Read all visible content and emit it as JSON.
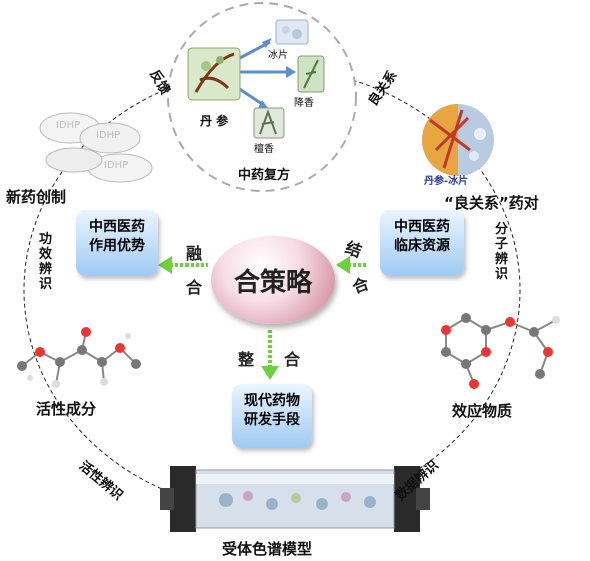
{
  "diagram": {
    "center": "合策略",
    "top_cluster": {
      "caption": "中药复方",
      "source": "丹 参",
      "targets": [
        "冰片",
        "降香",
        "檀香"
      ]
    },
    "nodes": {
      "new_drug": "新药创制",
      "good_relation": "“良关系”药对",
      "good_relation_tag": "丹参-冰片",
      "active": "活性成分",
      "effect": "效应物质",
      "chromatography": "受体色谱模型"
    },
    "boxes": {
      "advantage": "中西医药\n作用优势",
      "resources": "中西医药\n临床资源",
      "research": "现代药物\n研发手段"
    },
    "arrow_labels": {
      "left": [
        "融",
        "合"
      ],
      "right": [
        "结",
        "合"
      ],
      "bottom": [
        "整",
        "合"
      ]
    },
    "arc_labels": {
      "top_left": "反馈",
      "top_right": "良关系",
      "left": "功效辨识",
      "right": "分子辨识",
      "bottom_left": "活性辨识",
      "bottom_right": "数据辨识"
    },
    "chip_labels": [
      "IDHP",
      "IDHP",
      "IDHP"
    ]
  }
}
